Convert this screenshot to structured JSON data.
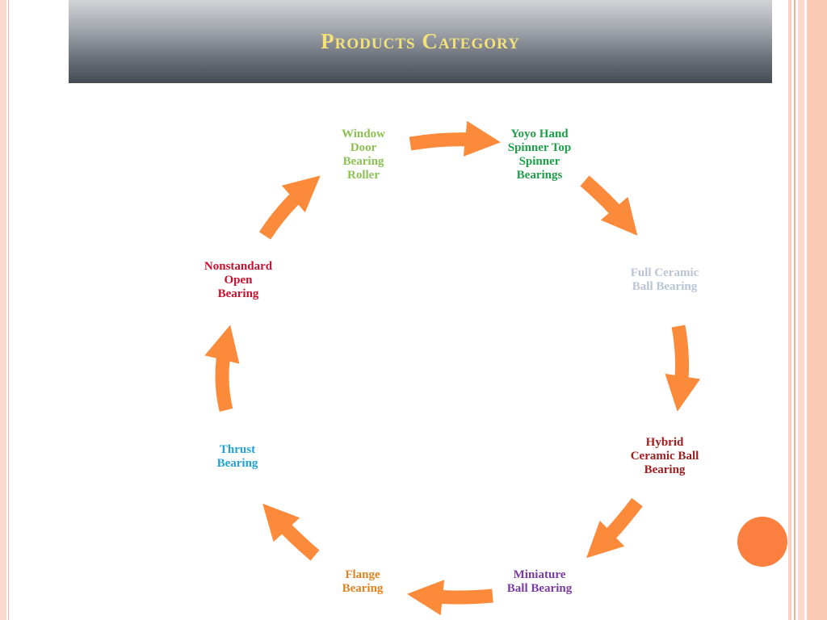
{
  "title": "Products Category",
  "colors": {
    "arrow": "#fb8a3a",
    "accent_circle": "#fb7f3f"
  },
  "nodes": [
    {
      "id": "window",
      "label": "Window\nDoor\nBearing\nRoller",
      "color": "#8cc153"
    },
    {
      "id": "yoyo",
      "label": "Yoyo Hand\nSpinner Top\nSpinner\nBearings",
      "color": "#1f9e4a"
    },
    {
      "id": "fullceramic",
      "label": "Full Ceramic\nBall Bearing",
      "color": "#b9c4d6"
    },
    {
      "id": "hybrid",
      "label": "Hybrid\nCeramic Ball\nBearing",
      "color": "#a11d1d"
    },
    {
      "id": "miniature",
      "label": "Miniature\nBall Bearing",
      "color": "#7a3aa3"
    },
    {
      "id": "flange",
      "label": "Flange\nBearing",
      "color": "#e2821f"
    },
    {
      "id": "thrust",
      "label": "Thrust\nBearing",
      "color": "#21a0d8"
    },
    {
      "id": "nonstandard",
      "label": "Nonstandard\nOpen\nBearing",
      "color": "#c8102e"
    }
  ]
}
